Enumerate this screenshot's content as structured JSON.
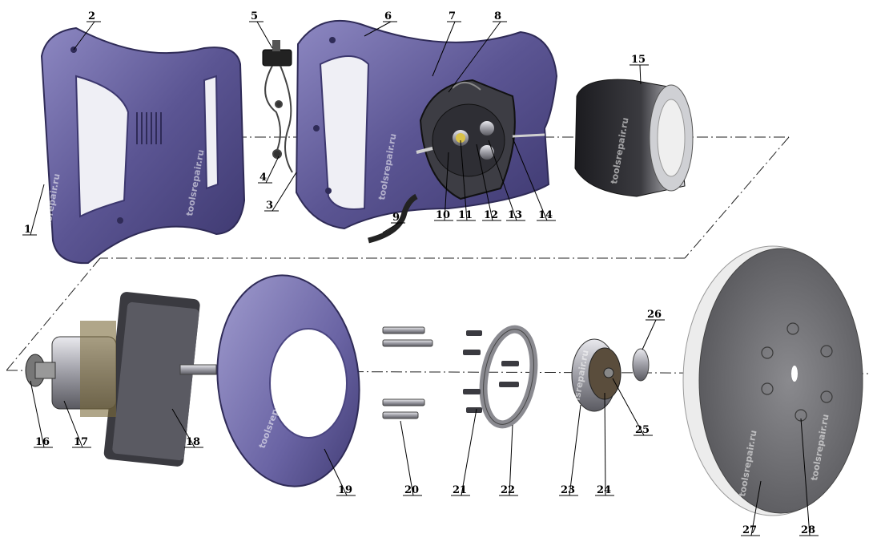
{
  "watermark": "toolsrepair.ru",
  "colors": {
    "housing": "#5b5593",
    "housing_light": "#8d88c2",
    "metal": "#b9b9c0",
    "dark_metal": "#4a4a50",
    "pad": "#6e6e72",
    "brass": "#d9c24a"
  },
  "parts": [
    {
      "number": "1",
      "name": "rear-housing"
    },
    {
      "number": "2",
      "name": "rear-housing-screw"
    },
    {
      "number": "3",
      "name": "cable-clamp"
    },
    {
      "number": "4",
      "name": "switch-wire"
    },
    {
      "number": "5",
      "name": "switch"
    },
    {
      "number": "6",
      "name": "front-housing"
    },
    {
      "number": "7",
      "name": "housing-screw"
    },
    {
      "number": "8",
      "name": "brush-spring"
    },
    {
      "number": "9",
      "name": "power-cable"
    },
    {
      "number": "10",
      "name": "brush-holder"
    },
    {
      "number": "11",
      "name": "carbon-brush"
    },
    {
      "number": "12",
      "name": "brush-cap"
    },
    {
      "number": "13",
      "name": "bearing-cover"
    },
    {
      "number": "14",
      "name": "stator-bolt"
    },
    {
      "number": "15",
      "name": "dust-cover"
    },
    {
      "number": "16",
      "name": "rear-bearing"
    },
    {
      "number": "17",
      "name": "armature"
    },
    {
      "number": "18",
      "name": "gear-housing"
    },
    {
      "number": "19",
      "name": "base-cover"
    },
    {
      "number": "20",
      "name": "base-screw"
    },
    {
      "number": "21",
      "name": "flange-screw"
    },
    {
      "number": "22",
      "name": "bearing-flange"
    },
    {
      "number": "23",
      "name": "eccentric-bearing"
    },
    {
      "number": "24",
      "name": "eccentric"
    },
    {
      "number": "25",
      "name": "eccentric-nut"
    },
    {
      "number": "26",
      "name": "washer"
    },
    {
      "number": "27",
      "name": "sanding-pad"
    },
    {
      "number": "28",
      "name": "pad-hole"
    }
  ]
}
